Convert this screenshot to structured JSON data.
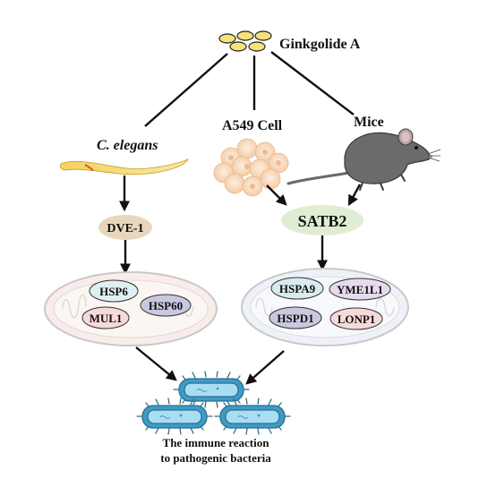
{
  "title": "Ginkgolide A",
  "models": {
    "worm": "C. elegans",
    "cell": "A549 Cell",
    "mouse": "Mice"
  },
  "factors": {
    "left": "DVE-1",
    "right": "SATB2"
  },
  "left_mito": {
    "proteins": [
      "HSP6",
      "HSP60",
      "MUL1"
    ]
  },
  "right_mito": {
    "proteins": [
      "HSPA9",
      "YME1L1",
      "HSPD1",
      "LONP1"
    ]
  },
  "outcome": {
    "line1": "The immune reaction",
    "line2": "to pathogenic bacteria"
  },
  "colors": {
    "seed": "#f4e27a",
    "dve_bg": "#e8d7bc",
    "satb2_bg": "#dfeed2",
    "bacteria": "#3d9cc7",
    "mito_left_rim": "#f6e5e0",
    "mito_right_rim": "#e6eef6"
  }
}
